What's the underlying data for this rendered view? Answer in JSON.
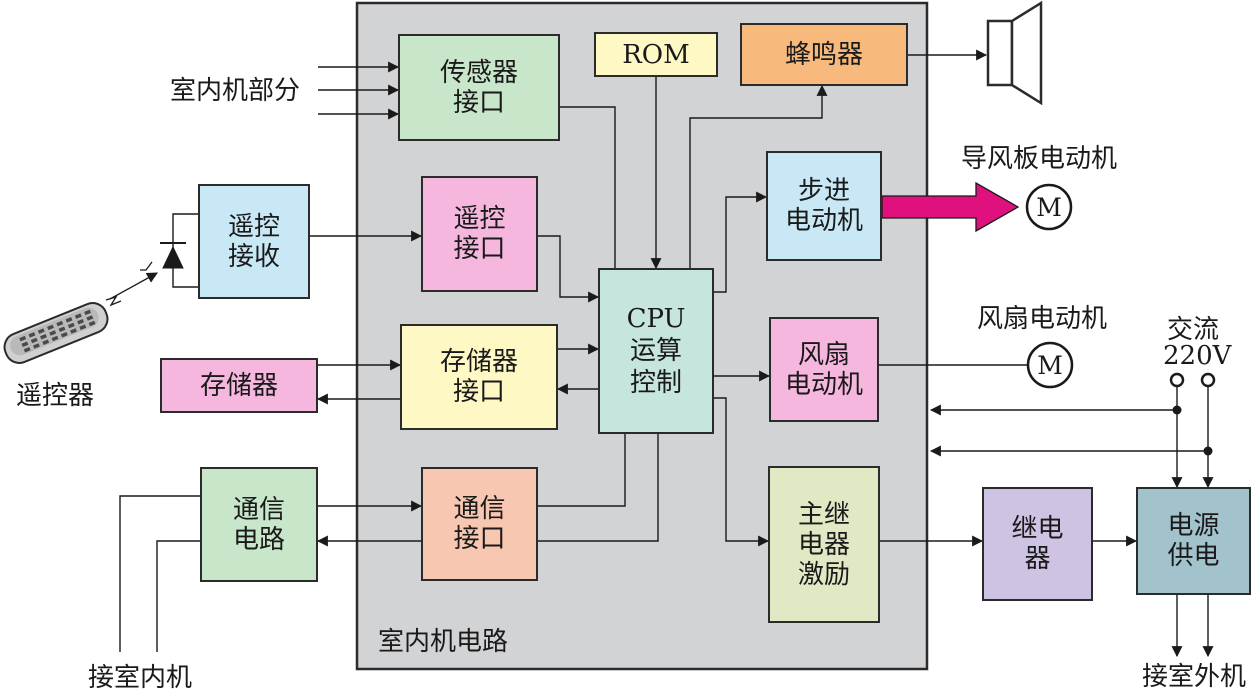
{
  "diagram": {
    "container_label": "室内机电路",
    "colors": {
      "container": "#d2d3d5",
      "green": "#c8e6c9",
      "pink": "#f6b7de",
      "yellow": "#fdf8c4",
      "teal": "#c6e5df",
      "blue": "#c9e8f6",
      "orange": "#f7b97c",
      "salmon": "#f8c7b2",
      "olive": "#e1e9c4",
      "purple": "#cec3e2",
      "power": "#a2c2cc",
      "arrow_magenta": "#e0107e"
    },
    "blocks": {
      "sensor_interface": "传感器\n接口",
      "rom": "ROM",
      "buzzer": "蜂鸣器",
      "remote_receiver": "遥控\n接收",
      "remote_interface": "遥控\n接口",
      "stepper_motor": "步进\n电动机",
      "cpu": "CPU\n运算\n控制",
      "memory": "存储器",
      "memory_interface": "存储器\n接口",
      "fan_motor_drive": "风扇\n电动机",
      "comm_circuit": "通信\n电路",
      "comm_interface": "通信\n接口",
      "main_relay_driver": "主继\n电器\n激励",
      "relay": "继电\n器",
      "power_supply": "电源\n供电"
    },
    "labels": {
      "indoor_unit_part": "室内机部分",
      "remote_controller": "遥控器",
      "louver_motor": "导风板电动机",
      "fan_motor": "风扇电动机",
      "ac": "交流",
      "voltage": "220V",
      "to_indoor_unit": "接室内机",
      "to_outdoor_unit": "接室外机",
      "motor_symbol": "M"
    }
  }
}
